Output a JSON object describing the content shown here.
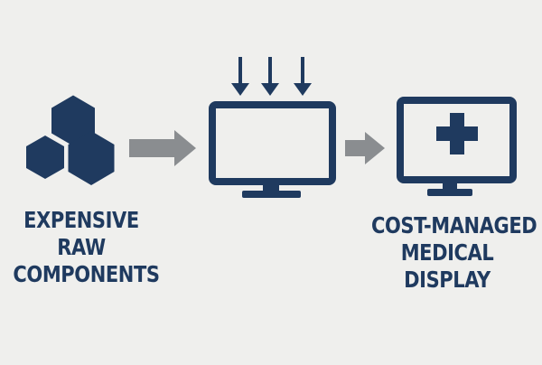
{
  "diagram": {
    "stages": [
      {
        "id": "raw-components",
        "icon": "hexagon-cluster-icon",
        "label_lines": [
          "EXPENSIVE",
          "RAW",
          "COMPONENTS"
        ]
      },
      {
        "id": "assembly",
        "icon": "monitor-with-input-arrows-icon",
        "label_lines": []
      },
      {
        "id": "medical-display",
        "icon": "monitor-with-medical-cross-icon",
        "label_lines": [
          "COST-MANAGED",
          "MEDICAL",
          "DISPLAY"
        ]
      }
    ],
    "connectors": [
      "gray-arrow-icon",
      "gray-arrow-icon"
    ]
  },
  "colors": {
    "background": "#efefed",
    "primary": "#1f3a5f",
    "arrow": "#8a8d90"
  }
}
